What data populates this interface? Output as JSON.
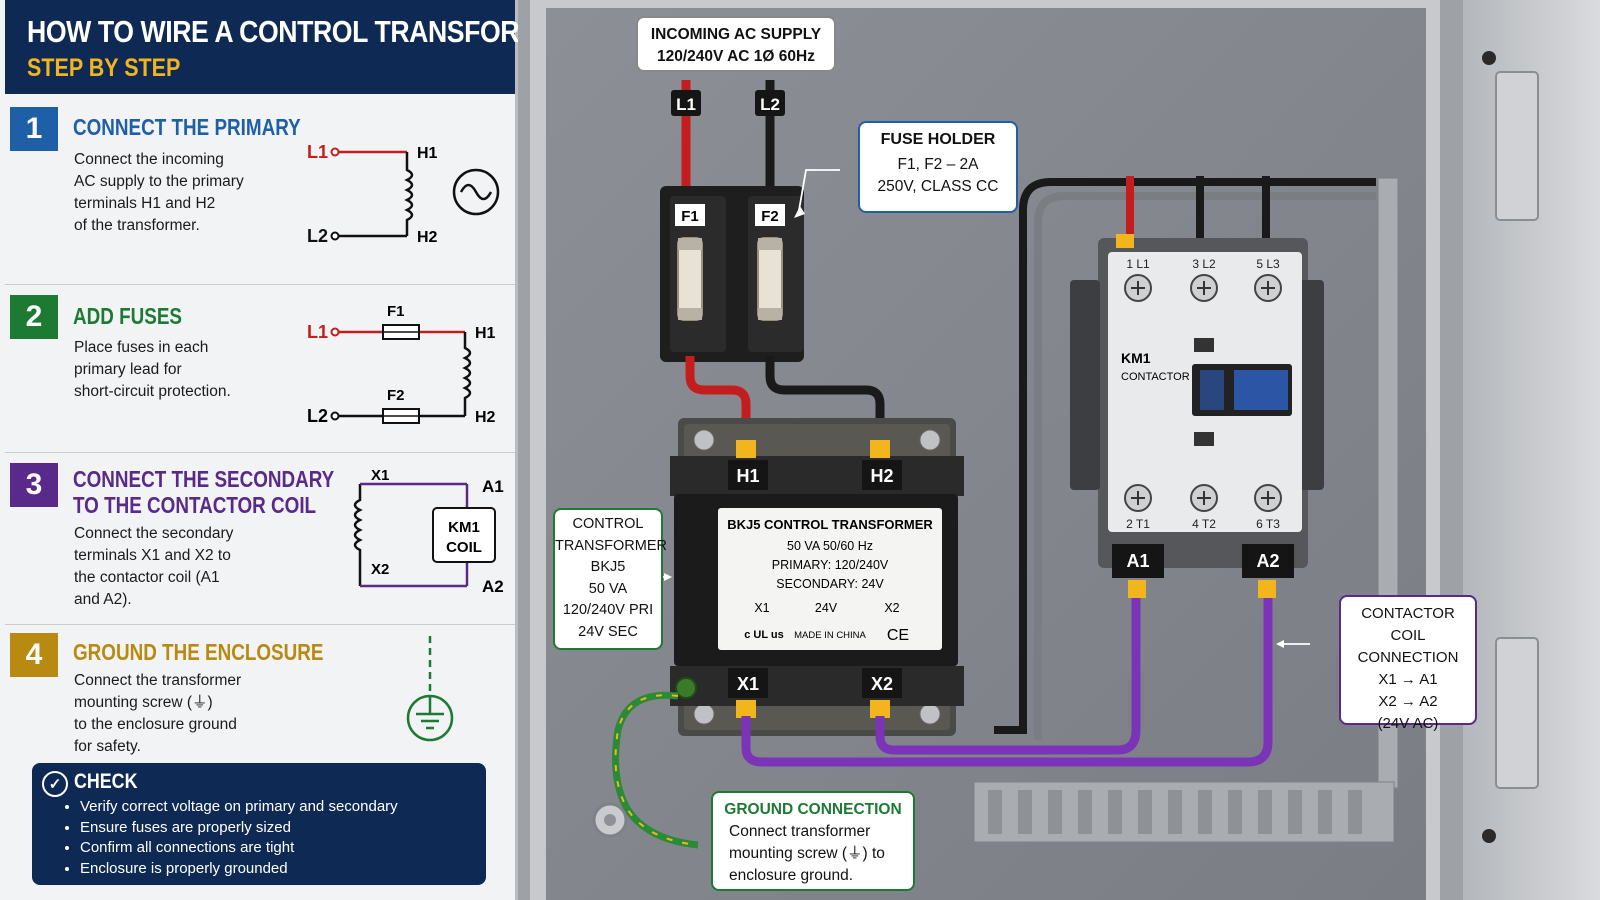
{
  "header": {
    "title": "HOW TO WIRE A CONTROL TRANSFORMER",
    "subtitle": "STEP BY STEP"
  },
  "steps": [
    {
      "num": "1",
      "title": "CONNECT THE PRIMARY",
      "body": "Connect the incoming\nAC supply to the primary\nterminals H1 and H2\nof the transformer.",
      "color": "#1f5fa8"
    },
    {
      "num": "2",
      "title": "ADD FUSES",
      "body": "Place fuses in each\nprimary lead for\nshort-circuit protection.",
      "color": "#1d7a33"
    },
    {
      "num": "3",
      "title": "CONNECT THE SECONDARY",
      "title2": "TO THE CONTACTOR COIL",
      "body": "Connect the secondary\nterminals X1 and X2 to\nthe contactor coil (A1\nand A2).",
      "color": "#5a2a8a"
    },
    {
      "num": "4",
      "title": "GROUND THE ENCLOSURE",
      "body": "Connect the transformer\nmounting screw (⏚)\nto the enclosure ground\nfor safety.",
      "color": "#b88a12"
    }
  ],
  "mini_labels": {
    "l1": "L1",
    "l2": "L2",
    "h1": "H1",
    "h2": "H2",
    "f1": "F1",
    "f2": "F2",
    "x1": "X1",
    "x2": "X2",
    "a1": "A1",
    "a2": "A2",
    "coil_1": "KM1",
    "coil_2": "COIL"
  },
  "check": {
    "title": "CHECK",
    "items": [
      "Verify correct voltage on primary and secondary",
      "Ensure fuses are properly sized",
      "Confirm all connections are tight",
      "Enclosure is properly grounded"
    ]
  },
  "callouts": {
    "supply": {
      "title": "INCOMING AC SUPPLY",
      "line": "120/240V AC   1Ø   60Hz"
    },
    "fuse": {
      "title": "FUSE HOLDER",
      "line1": "F1,  F2  –  2A",
      "line2": "250V,  CLASS CC"
    },
    "transformer": {
      "lines": [
        "CONTROL",
        "TRANSFORMER",
        "BKJ5",
        "50 VA",
        "120/240V PRI",
        "24V SEC"
      ]
    },
    "contactor": {
      "lines": [
        "CONTACTOR",
        "COIL CONNECTION",
        "X1  →  A1",
        "X2  →  A2",
        "(24V AC)"
      ]
    },
    "ground": {
      "title": "GROUND CONNECTION",
      "lines": [
        "Connect transformer",
        "mounting screw (⏚) to",
        "enclosure ground."
      ]
    }
  },
  "panel": {
    "wire_l1": "L1",
    "wire_l2": "L2",
    "fuse_f1": "F1",
    "fuse_f2": "F2",
    "t_h1": "H1",
    "t_h2": "H2",
    "t_x1": "X1",
    "t_x2": "X2",
    "nameplate": {
      "title": "BKJ5  CONTROL TRANSFORMER",
      "l1": "50  VA     50/60 Hz",
      "l2": "PRIMARY:  120/240V",
      "l3": "SECONDARY:  24V",
      "x1": "X1",
      "v": "24V",
      "x2": "X2",
      "made": "MADE IN CHINA",
      "ce": "CE",
      "ul": "c UL us"
    },
    "contactor": {
      "name": "KM1",
      "sub": "CONTACTOR",
      "t1": "1  L1",
      "t2": "3  L2",
      "t3": "5  L3",
      "b1": "2  T1",
      "b2": "4  T2",
      "b3": "6  T3",
      "a1": "A1",
      "a2": "A2"
    }
  }
}
